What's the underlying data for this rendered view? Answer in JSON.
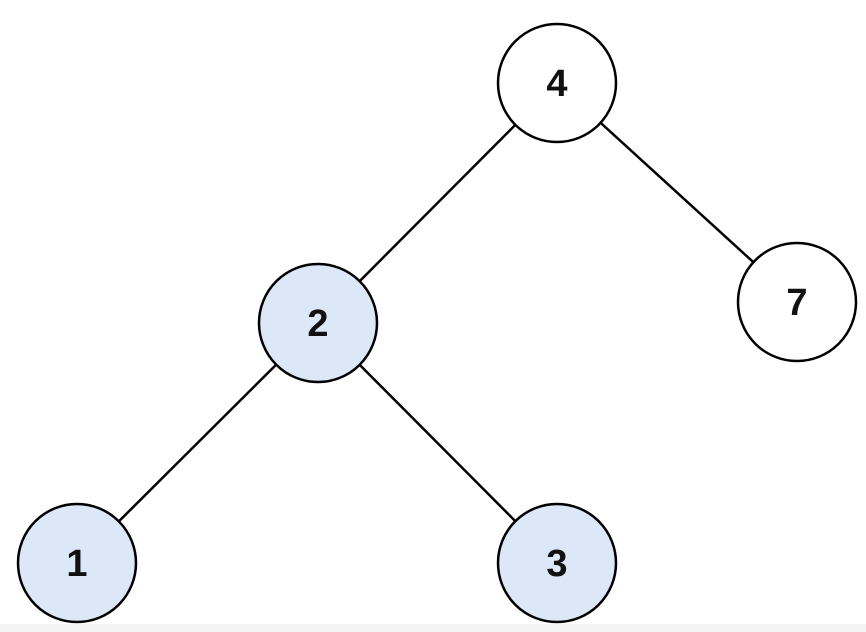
{
  "diagram": {
    "nodes": [
      {
        "id": "4",
        "label": "4",
        "highlighted": false
      },
      {
        "id": "2",
        "label": "2",
        "highlighted": true
      },
      {
        "id": "7",
        "label": "7",
        "highlighted": false
      },
      {
        "id": "1",
        "label": "1",
        "highlighted": true
      },
      {
        "id": "3",
        "label": "3",
        "highlighted": true
      }
    ],
    "edges": [
      {
        "from": "4",
        "to": "2"
      },
      {
        "from": "4",
        "to": "7"
      },
      {
        "from": "2",
        "to": "1"
      },
      {
        "from": "2",
        "to": "3"
      }
    ],
    "colors": {
      "highlight_fill": "#dce7f7",
      "default_fill": "#ffffff",
      "stroke": "#000000"
    }
  }
}
